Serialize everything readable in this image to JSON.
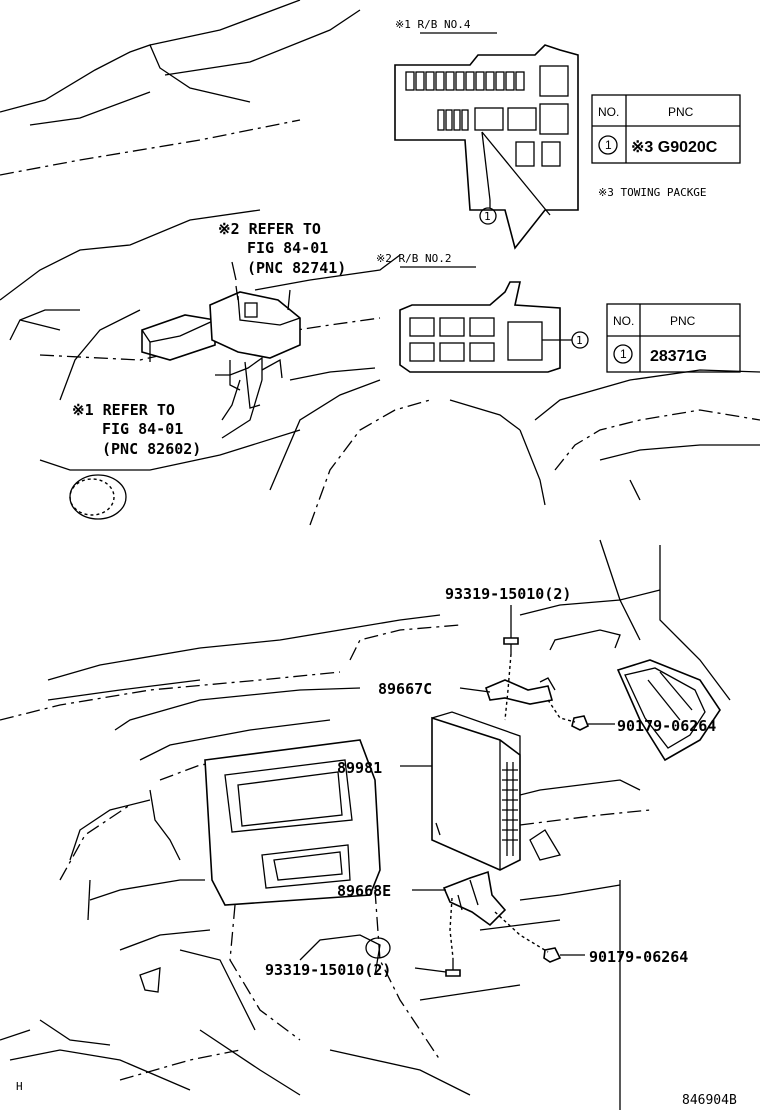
{
  "diagram": {
    "rb4_label": "※1 R/B NO.4",
    "rb2_label": "※2 R/B NO.2",
    "refer_top_l1": "※2 REFER TO",
    "refer_top_l2": "FIG 84-01",
    "refer_top_l3": "(PNC 82741)",
    "refer_bottom_l1": "※1 REFER TO",
    "refer_bottom_l2": "FIG 84-01",
    "refer_bottom_l3": "(PNC 82602)",
    "callout_1": "1",
    "table1": {
      "col_no": "NO.",
      "col_pnc": "PNC",
      "row_no": "1",
      "row_pnc": "※3 G9020C"
    },
    "table2": {
      "col_no": "NO.",
      "col_pnc": "PNC",
      "row_no": "1",
      "row_pnc": "28371G"
    },
    "footnote": "※3 TOWING PACKGE",
    "parts": {
      "bolt_top": "93319-15010(2)",
      "bracket_top": "89667C",
      "nut_top": "90179-06264",
      "ecu": "89981",
      "bracket_bottom": "89668E",
      "bolt_bottom": "93319-15010(2)",
      "nut_bottom": "90179-06264"
    },
    "corner_mark": "H",
    "figure_code": "846904B"
  }
}
